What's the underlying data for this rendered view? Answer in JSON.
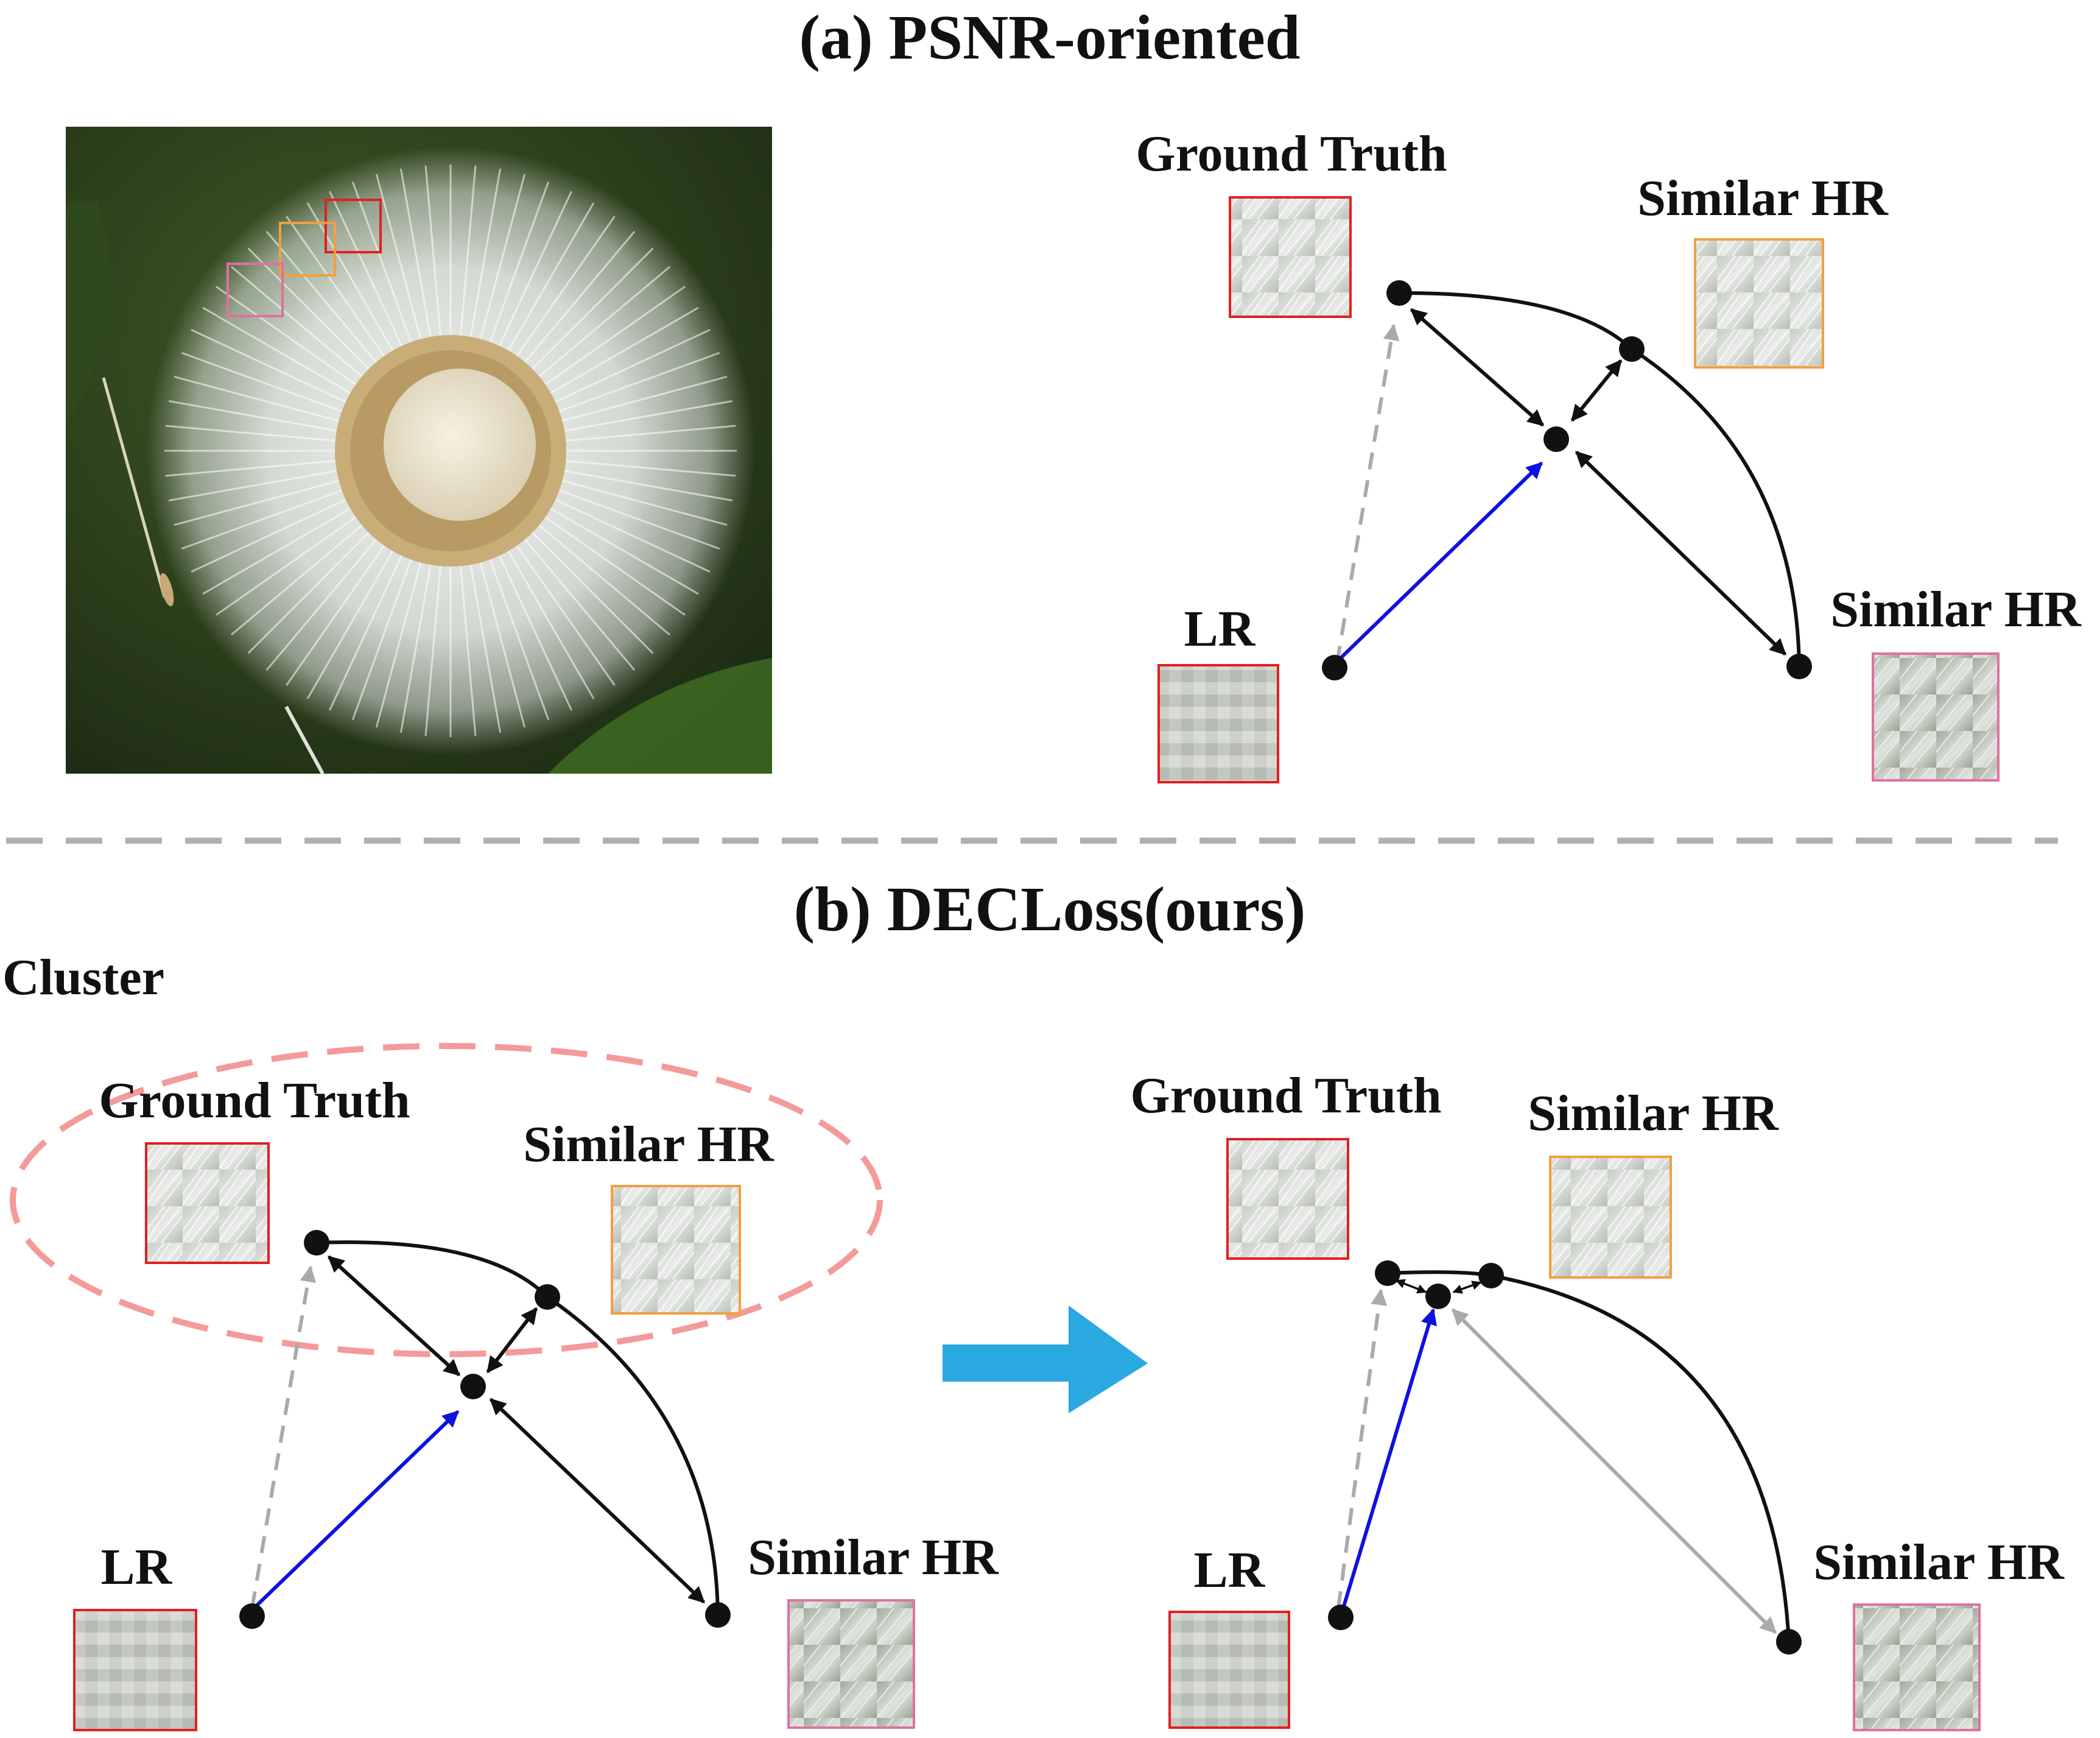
{
  "titles": {
    "a": "(a) PSNR-oriented",
    "b": "(b) DECLoss(ours)"
  },
  "labels": {
    "ground_truth": "Ground Truth",
    "similar_hr": "Similar HR",
    "lr": "LR",
    "cluster": "Cluster"
  },
  "colors": {
    "box_ground_truth": "#e02020",
    "box_similar_hr_1": "#f0a040",
    "box_similar_hr_2": "#e070a0",
    "box_lr": "#e02020",
    "arrow_lr": "#1010e0",
    "arrow_gt_dashed": "#aaaaaa",
    "arrow_pairs": "#111111",
    "arrow_faded": "#aaaaaa",
    "cluster_ellipse": "#f49a9a",
    "separator": "#b0b0b0",
    "transition_arrow": "#2aa8e0"
  },
  "icons": {
    "photo": "dandelion-photo",
    "transition": "arrow-right-icon"
  }
}
